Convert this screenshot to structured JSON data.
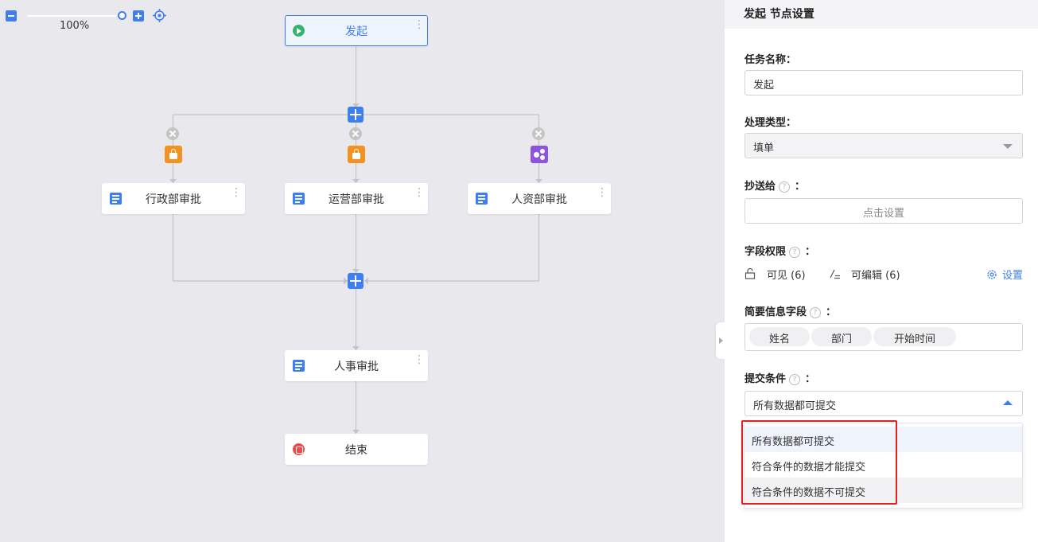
{
  "zoom": {
    "value": "100%"
  },
  "flow": {
    "start": {
      "label": "发起"
    },
    "branches": [
      {
        "label": "行政部审批",
        "condition_icon": "lock-icon",
        "icon_color": "#f39221"
      },
      {
        "label": "运营部审批",
        "condition_icon": "lock-icon",
        "icon_color": "#f39221"
      },
      {
        "label": "人资部审批",
        "condition_icon": "share-icon",
        "icon_color": "#8c54e0"
      }
    ],
    "merge_step": {
      "label": "人事审批"
    },
    "end": {
      "label": "结束"
    }
  },
  "panel": {
    "title": "发起 节点设置",
    "task_name": {
      "label": "任务名称：",
      "value": "发起"
    },
    "process_type": {
      "label": "处理类型：",
      "value": "填单"
    },
    "cc": {
      "label": "抄送给",
      "colon": "：",
      "button": "点击设置"
    },
    "field_permissions": {
      "label": "字段权限",
      "colon": "：",
      "visible": "可见 (6)",
      "editable": "可编辑 (6)",
      "settings": "设置"
    },
    "summary_fields": {
      "label": "简要信息字段",
      "colon": "：",
      "tags": [
        "姓名",
        "部门",
        "开始时间"
      ]
    },
    "submit_condition": {
      "label": "提交条件",
      "colon": "：",
      "value": "所有数据都可提交",
      "options": [
        "所有数据都可提交",
        "符合条件的数据才能提交",
        "符合条件的数据不可提交"
      ]
    }
  },
  "colors": {
    "accent": "#3d7ef0",
    "highlight": "#e32121",
    "start": "#33b46e",
    "end": "#ef4d4d"
  }
}
